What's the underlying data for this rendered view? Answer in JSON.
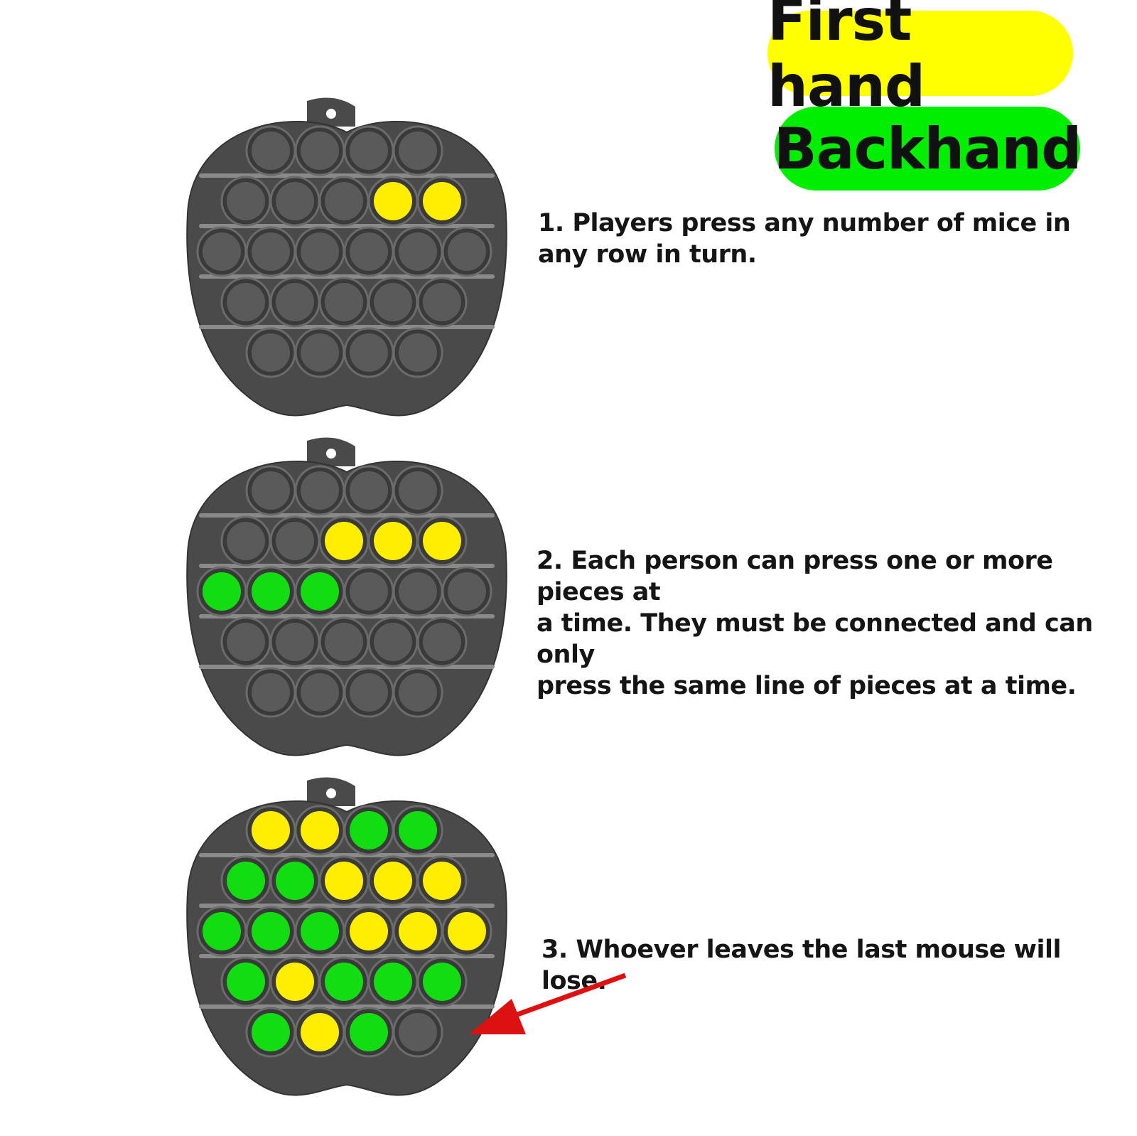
{
  "legend": {
    "first_hand": {
      "label": "First hand",
      "color": "#ffff00"
    },
    "backhand": {
      "label": "Backhand",
      "color": "#00ee00"
    }
  },
  "rules": [
    {
      "text": "1. Players press any number of mice in\nany row in turn."
    },
    {
      "text": "2. Each person can press one or more pieces at\na time. They must be connected and can only\npress the same line of pieces at a time."
    },
    {
      "text": "3. Whoever leaves the last mouse will lose."
    }
  ],
  "colors": {
    "gray": "#5a5a5a",
    "yellow": "#ffee00",
    "green": "#11dd11",
    "board": "#4a4a4a",
    "arrow": "#dd1111"
  },
  "boards": [
    {
      "name": "board-step-1",
      "rows": [
        [
          "g",
          "g",
          "g",
          "g"
        ],
        [
          "g",
          "g",
          "g",
          "y",
          "y"
        ],
        [
          "g",
          "g",
          "g",
          "g",
          "g",
          "g"
        ],
        [
          "g",
          "g",
          "g",
          "g",
          "g"
        ],
        [
          "g",
          "g",
          "g",
          "g"
        ]
      ]
    },
    {
      "name": "board-step-2",
      "rows": [
        [
          "g",
          "g",
          "g",
          "g"
        ],
        [
          "g",
          "g",
          "y",
          "y",
          "y"
        ],
        [
          "G",
          "G",
          "G",
          "g",
          "g",
          "g"
        ],
        [
          "g",
          "g",
          "g",
          "g",
          "g"
        ],
        [
          "g",
          "g",
          "g",
          "g"
        ]
      ]
    },
    {
      "name": "board-step-3",
      "rows": [
        [
          "y",
          "y",
          "G",
          "G"
        ],
        [
          "G",
          "G",
          "y",
          "y",
          "y"
        ],
        [
          "G",
          "G",
          "G",
          "y",
          "y",
          "y"
        ],
        [
          "G",
          "y",
          "G",
          "G",
          "G"
        ],
        [
          "G",
          "y",
          "G",
          "g"
        ]
      ]
    }
  ],
  "arrow_icon": "red-arrow-icon"
}
